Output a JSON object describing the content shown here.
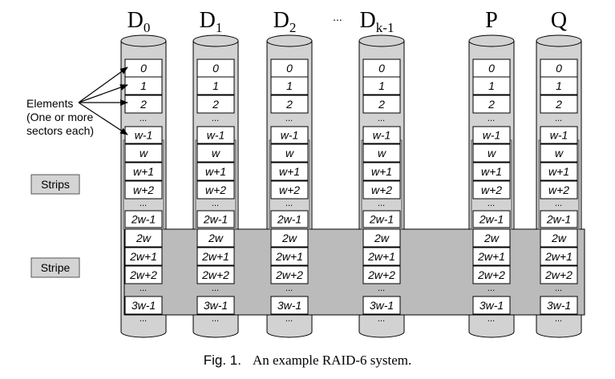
{
  "diagram": {
    "disks": [
      {
        "label": "D",
        "sub": "0"
      },
      {
        "label": "D",
        "sub": "1"
      },
      {
        "label": "D",
        "sub": "2"
      },
      {
        "label": "D",
        "sub": "k-1"
      },
      {
        "label": "P",
        "sub": ""
      },
      {
        "label": "Q",
        "sub": ""
      }
    ],
    "gap_label": "...",
    "rows": [
      "0",
      "1",
      "2",
      "...",
      "w-1",
      "w",
      "w+1",
      "w+2",
      "...",
      "2w-1",
      "2w",
      "2w+1",
      "2w+2",
      "...",
      "3w-1",
      "..."
    ],
    "elements_label": [
      "Elements",
      "(One or more",
      "sectors each)"
    ],
    "strips_label": "Strips",
    "stripe_label": "Stripe",
    "colors": {
      "cylinder_fill": "#d2d2d2",
      "stripe_fill": "#bbbbbb",
      "box_fill": "#ffffff",
      "line": "#000000",
      "label_box_fill": "#d4d4d4"
    }
  },
  "caption": {
    "fig": "Fig. 1.",
    "text": "An example RAID-6 system."
  }
}
